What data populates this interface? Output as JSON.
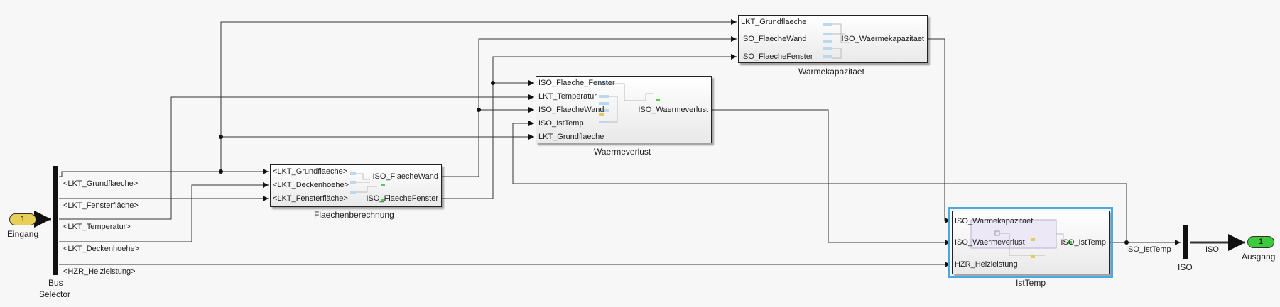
{
  "inport": {
    "number": "1",
    "name": "Eingang"
  },
  "outport": {
    "number": "1",
    "name": "Ausgang"
  },
  "bus_selector": {
    "name": "Bus\nSelector",
    "name_line1": "Bus",
    "name_line2": "Selector",
    "signals": [
      "<LKT_Grundflaeche>",
      "<LKT_Fensterfläche>",
      "<LKT_Temperatur>",
      "<LKT_Deckenhoehe>",
      "<HZR_Heizleistung>"
    ]
  },
  "blocks": {
    "flaechen": {
      "name": "Flaechenberechnung",
      "inputs": [
        "<LKT_Grundflaeche>",
        "<LKT_Deckenhoehe>",
        "<LKT_Fensterfläche>"
      ],
      "outputs": [
        "ISO_FlaecheWand",
        "ISO_FlaecheFenster"
      ]
    },
    "waermeverlust": {
      "name": "Waermeverlust",
      "inputs": [
        "ISO_Flaeche_Fenster",
        "LKT_Temperatur",
        "ISO_FlaecheWand",
        "ISO_IstTemp",
        "LKT_Grundflaeche"
      ],
      "outputs": [
        "ISO_Waermeverlust"
      ]
    },
    "waermekap": {
      "name": "Warmekapazitaet",
      "inputs": [
        "LKT_Grundflaeche",
        "ISO_FlaecheWand",
        "ISO_FlaecheFenster"
      ],
      "outputs": [
        "ISO_Waermekapazitaet"
      ]
    },
    "isttemp": {
      "name": "IstTemp",
      "inputs": [
        "ISO_Warmekapazitaet",
        "ISO_Waermeverlust",
        "HZR_Heizleistung"
      ],
      "outputs": [
        "ISO_IstTemp"
      ]
    }
  },
  "iso_bus": {
    "name": "ISO",
    "signal_in": "ISO_IstTemp",
    "signal_out": "ISO"
  }
}
